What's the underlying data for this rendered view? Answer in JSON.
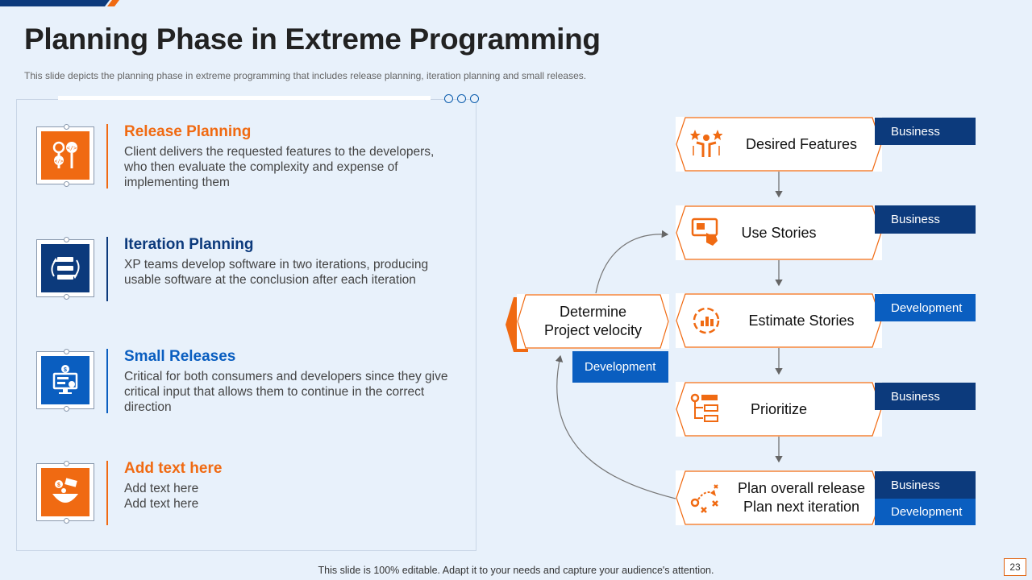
{
  "title": "Planning Phase in Extreme Programming",
  "subtitle": "This slide depicts the planning phase in extreme programming that includes release planning, iteration planning and small releases.",
  "colors": {
    "orange": "#f06a12",
    "navy": "#0c3a7c",
    "blue": "#0a5ec0",
    "accent_line": "#e06010"
  },
  "items": [
    {
      "title": "Release Planning",
      "text": "Client delivers the requested features to the developers, who then evaluate the complexity and expense of implementing them",
      "icon": "code-magnifier-icon"
    },
    {
      "title": "Iteration Planning",
      "text": "XP teams develop software in two iterations, producing usable software at the conclusion after each iteration",
      "icon": "cycle-list-icon"
    },
    {
      "title": "Small Releases",
      "text": "Critical for both consumers and developers since they give critical input that allows them to continue in the correct direction",
      "icon": "monitor-money-icon"
    },
    {
      "title": "Add text here",
      "text": "Add text here\nAdd text here",
      "icon": "money-bowl-icon"
    }
  ],
  "flow": {
    "steps": [
      {
        "label": "Desired Features",
        "tags": [
          "Business"
        ],
        "icon": "person-stars-icon"
      },
      {
        "label": "Use Stories",
        "tags": [
          "Business"
        ],
        "icon": "touch-screen-icon"
      },
      {
        "label": "Estimate Stories",
        "tags": [
          "Development"
        ],
        "icon": "chart-cycle-icon"
      },
      {
        "label": "Prioritize",
        "tags": [
          "Business"
        ],
        "icon": "priority-list-icon"
      },
      {
        "label": "Plan overall release\nPlan next iteration",
        "tags": [
          "Business",
          "Development"
        ],
        "icon": "strategy-play-icon"
      }
    ],
    "velocity": {
      "label": "Determine\nProject velocity",
      "tag": "Development"
    }
  },
  "footer": "This slide is 100% editable. Adapt it to your needs and capture your audience's attention.",
  "page_number": "23"
}
